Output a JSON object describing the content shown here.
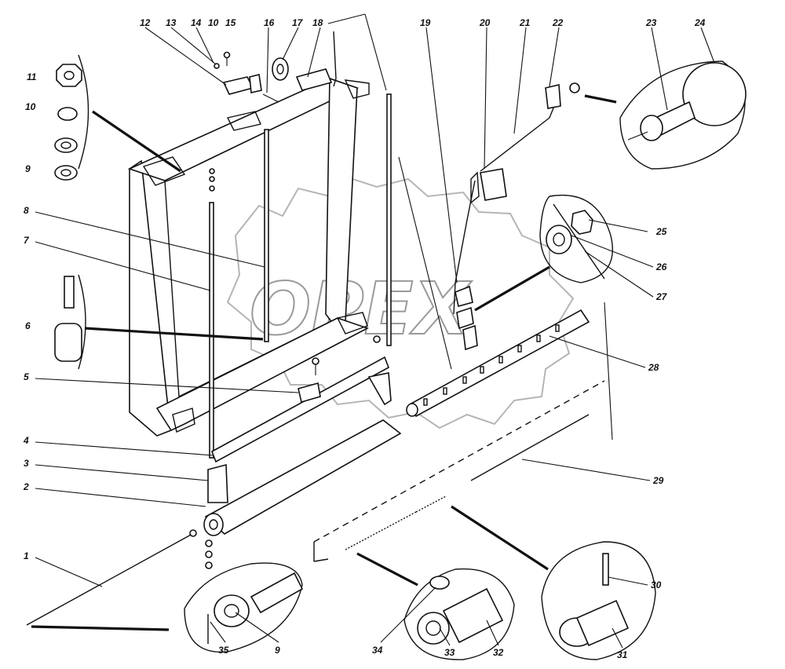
{
  "watermark": "OPEX",
  "callouts": [
    {
      "id": "c1",
      "text": "1"
    },
    {
      "id": "c2",
      "text": "2"
    },
    {
      "id": "c3",
      "text": "3"
    },
    {
      "id": "c4",
      "text": "4"
    },
    {
      "id": "c5",
      "text": "5"
    },
    {
      "id": "c6",
      "text": "6"
    },
    {
      "id": "c7",
      "text": "7"
    },
    {
      "id": "c8",
      "text": "8"
    },
    {
      "id": "c9a",
      "text": "9"
    },
    {
      "id": "c9b",
      "text": "9"
    },
    {
      "id": "c10a",
      "text": "10"
    },
    {
      "id": "c10b",
      "text": "10"
    },
    {
      "id": "c11",
      "text": "11"
    },
    {
      "id": "c12",
      "text": "12"
    },
    {
      "id": "c13",
      "text": "13"
    },
    {
      "id": "c14",
      "text": "14"
    },
    {
      "id": "c15",
      "text": "15"
    },
    {
      "id": "c16",
      "text": "16"
    },
    {
      "id": "c17",
      "text": "17"
    },
    {
      "id": "c18",
      "text": "18"
    },
    {
      "id": "c19",
      "text": "19"
    },
    {
      "id": "c20",
      "text": "20"
    },
    {
      "id": "c21",
      "text": "21"
    },
    {
      "id": "c22",
      "text": "22"
    },
    {
      "id": "c23",
      "text": "23"
    },
    {
      "id": "c24",
      "text": "24"
    },
    {
      "id": "c25",
      "text": "25"
    },
    {
      "id": "c26",
      "text": "26"
    },
    {
      "id": "c27",
      "text": "27"
    },
    {
      "id": "c28",
      "text": "28"
    },
    {
      "id": "c29",
      "text": "29"
    },
    {
      "id": "c30",
      "text": "30"
    },
    {
      "id": "c31",
      "text": "31"
    },
    {
      "id": "c32",
      "text": "32"
    },
    {
      "id": "c33",
      "text": "33"
    },
    {
      "id": "c34",
      "text": "34"
    },
    {
      "id": "c35",
      "text": "35"
    }
  ]
}
